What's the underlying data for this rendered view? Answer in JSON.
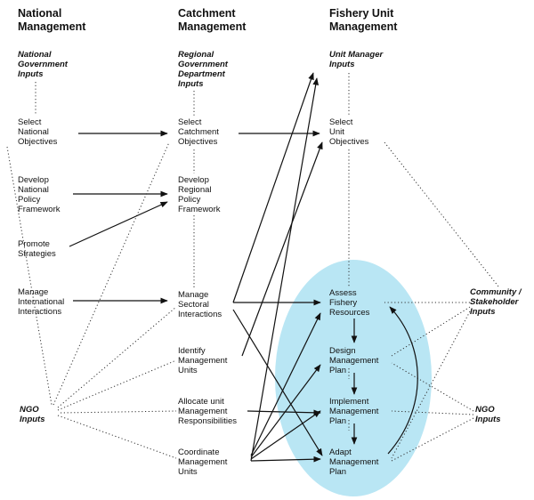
{
  "colors": {
    "ellipse": "#b9e6f4",
    "arrow": "#111111",
    "dotted": "#333333"
  },
  "headers": {
    "national": "National\nManagement",
    "catchment": "Catchment\nManagement",
    "fishery": "Fishery Unit\nManagement"
  },
  "inputs": {
    "national_gov": "National\nGovernment\nInputs",
    "regional_gov": "Regional\nGovernment\nDepartment\nInputs",
    "unit_manager": "Unit Manager\nInputs",
    "community": "Community /\nStakeholder\nInputs",
    "ngo_left": "NGO\nInputs",
    "ngo_right": "NGO\nInputs"
  },
  "national": {
    "select_objectives": "Select\nNational\nObjectives",
    "develop_policy": "Develop\nNational\nPolicy\nFramework",
    "promote_strategies": "Promote\nStrategies",
    "manage_international": "Manage\nInternational\nInteractions"
  },
  "catchment": {
    "select_objectives": "Select\nCatchment\nObjectives",
    "develop_policy": "Develop\nRegional\nPolicy\nFramework",
    "manage_sectoral": "Manage\nSectoral\nInteractions",
    "identify_units": "Identify\nManagement\nUnits",
    "allocate": "Allocate unit\nManagement\nResponsibilities",
    "coordinate": "Coordinate\nManagement\nUnits"
  },
  "fishery": {
    "select_objectives": "Select\nUnit\nObjectives",
    "assess": "Assess\nFishery\nResources",
    "design": "Design\nManagement\nPlan",
    "implement": "Implement\nManagement\nPlan",
    "adapt": "Adapt\nManagement\nPlan"
  }
}
